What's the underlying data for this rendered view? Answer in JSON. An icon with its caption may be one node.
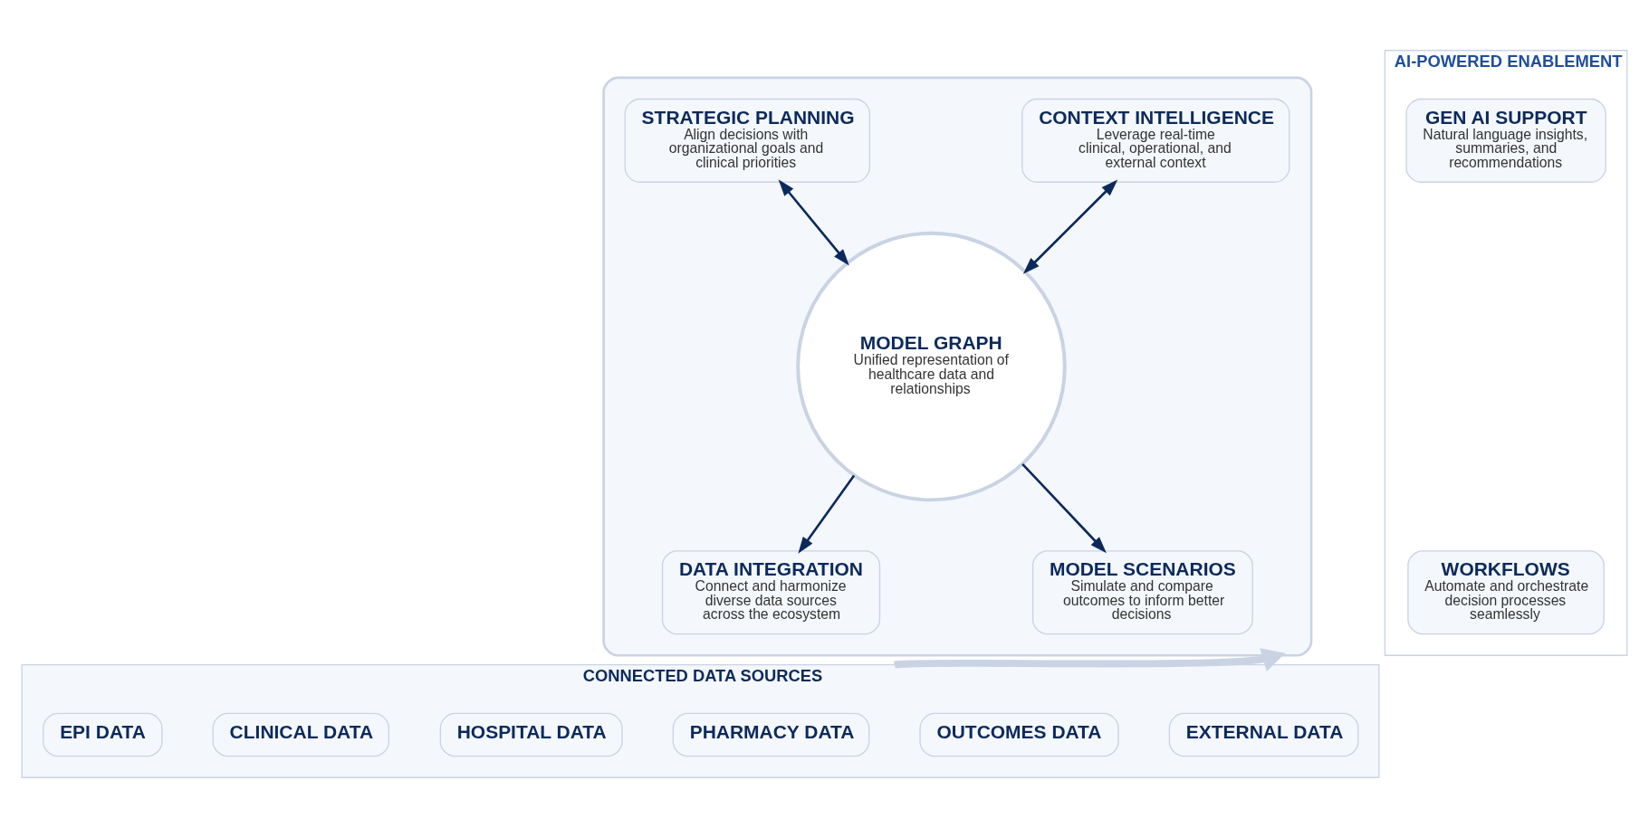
{
  "diagram": {
    "nodes": [
      {
        "text": [],
        "shape": "box"
      },
      {
        "text": [
          "STRATEGIC PLANNING",
          "Align decisions with organizational goals and clinical priorities"
        ],
        "in": 0
      },
      {
        "text": [
          "CONTEXT INTELLIGENCE",
          "Leverage real-time clinical, operational, and external context"
        ],
        "in": 0
      },
      {
        "text": [
          "MODEL GRAPH",
          "Unified representation of healthcare data and relationships"
        ],
        "in": 0
      },
      {
        "text": [
          "DATA INTEGRATION",
          "Connect and harmonize diverse data sources across the ecosystem"
        ],
        "in": 0
      },
      {
        "text": [
          "MODEL SCENARIOS",
          "Simulate and compare outcomes to inform better decisions"
        ],
        "in": 0
      },
      {
        "text": [
          "CONNECTED DATA SOURCES"
        ]
      },
      {
        "text": [
          "EPI DATA"
        ],
        "in": 6
      },
      {
        "text": [
          "CLINICAL DATA"
        ],
        "in": 6
      },
      {
        "text": [
          "HOSPITAL DATA"
        ],
        "in": 6
      },
      {
        "text": [
          "PHARMACY DATA"
        ],
        "in": 6
      },
      {
        "text": [
          "OUTCOMES DATA"
        ],
        "in": 6
      },
      {
        "text": [
          "EXTERNAL DATA"
        ],
        "in": 6
      },
      {
        "text": [
          "AI-POWERED ENABLEMENT"
        ]
      },
      {
        "text": [
          "GEN AI SUPPORT",
          "Natural language insights, summaries, and recommendations"
        ],
        "in": 13
      },
      {
        "text": [
          "WORKFLOWS",
          "Automate and orchestrate decision processes seamlessly"
        ],
        "in": 13
      }
    ],
    "edges": [
      {
        "from": 1,
        "to": 3,
        "arrow": "both"
      },
      {
        "from": 2,
        "to": 3,
        "arrow": "both"
      },
      {
        "from": 3,
        "to": 4,
        "arrow": "to"
      },
      {
        "from": 3,
        "to": 5,
        "arrow": "to"
      },
      {
        "from": 6,
        "to": 0,
        "arrow": "to",
        "style": "thick",
        "color": "#c9d3e3"
      }
    ]
  }
}
